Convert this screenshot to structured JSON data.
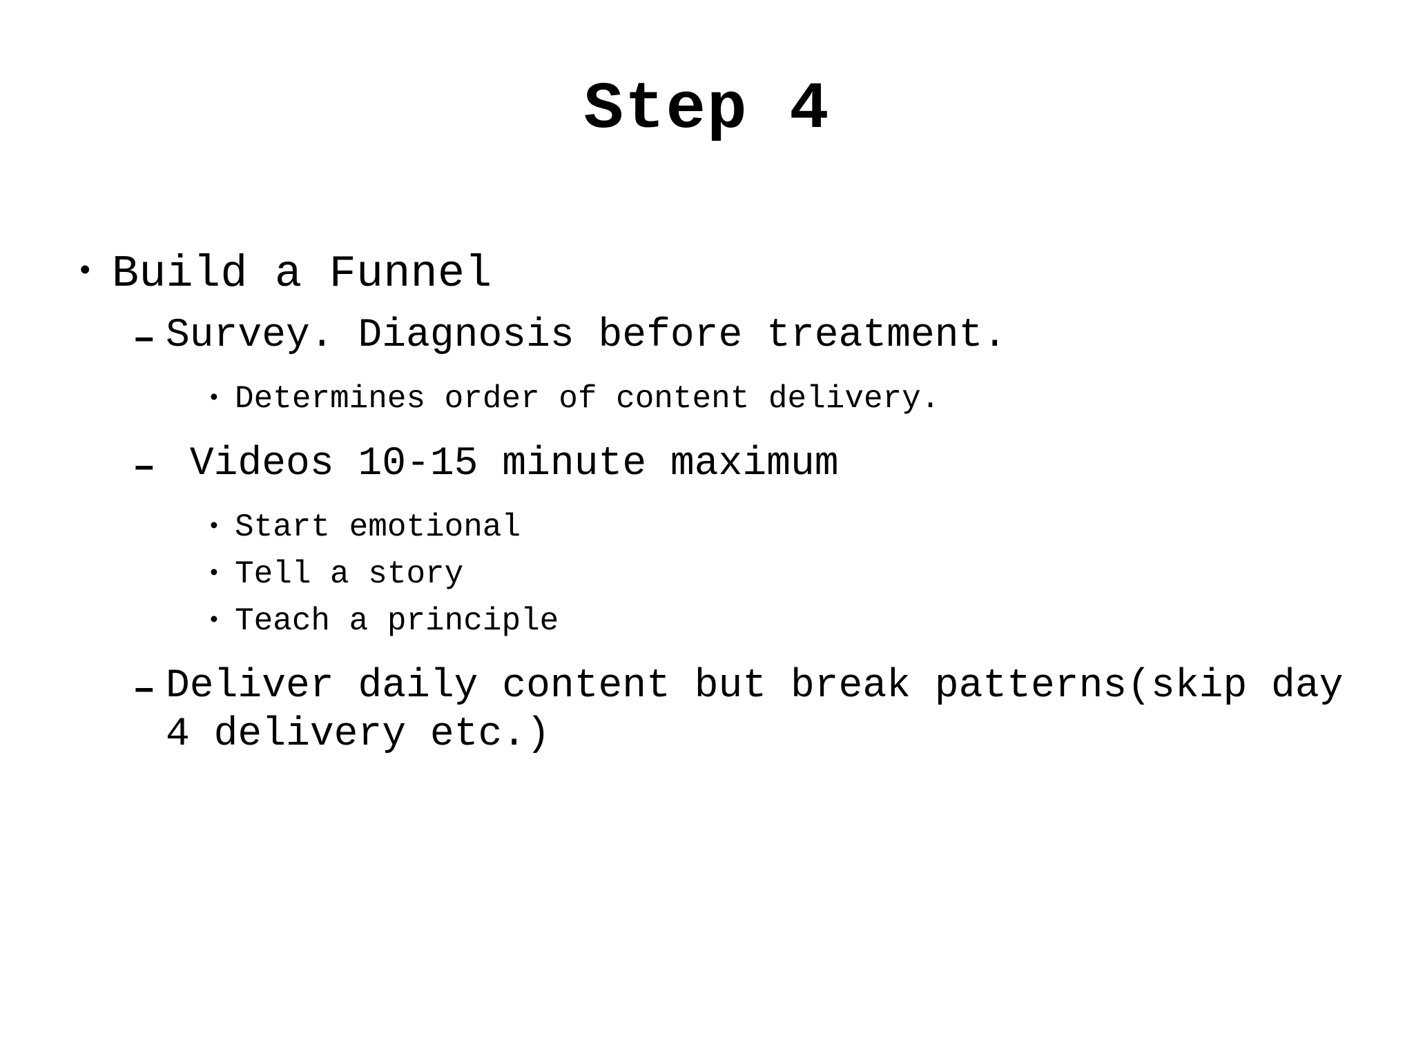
{
  "slide": {
    "background_color": "#ffffff",
    "text_color": "#000000",
    "title": "Step 4",
    "bullets": [
      {
        "level": 1,
        "marker": "•",
        "text": "Build a Funnel"
      },
      {
        "level": 2,
        "marker": "–",
        "text": "Survey. Diagnosis before treatment."
      },
      {
        "level": 3,
        "marker": "•",
        "text": "Determines order of content delivery."
      },
      {
        "level": 2,
        "marker": "–",
        "text": " Videos 10-15 minute maximum"
      },
      {
        "level": 3,
        "marker": "•",
        "text": "Start emotional"
      },
      {
        "level": 3,
        "marker": "•",
        "text": "Tell a story"
      },
      {
        "level": 3,
        "marker": "•",
        "text": "Teach a principle"
      },
      {
        "level": 2,
        "marker": "–",
        "text": "Deliver daily content but break patterns(skip day 4 delivery etc.)"
      }
    ]
  }
}
